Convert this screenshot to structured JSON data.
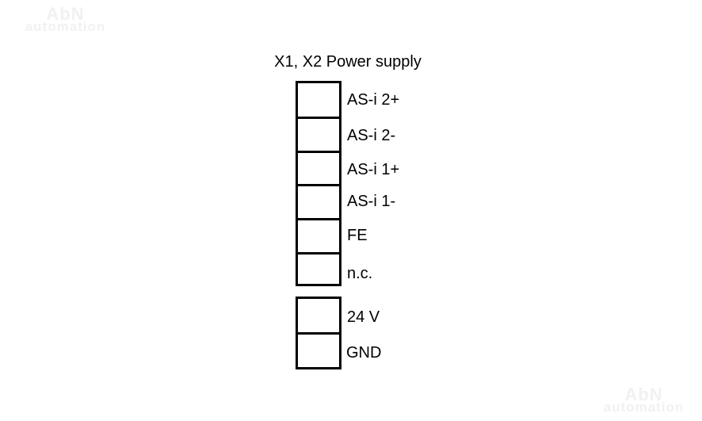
{
  "title": "X1, X2 Power supply",
  "watermark": {
    "line1": "AbN",
    "line2": "automation"
  },
  "terminals_block1": [
    "AS-i 2+",
    "AS-i 2-",
    "AS-i 1+",
    "AS-i 1-",
    "FE",
    "n.c."
  ],
  "terminals_block2": [
    "24 V",
    "GND"
  ]
}
